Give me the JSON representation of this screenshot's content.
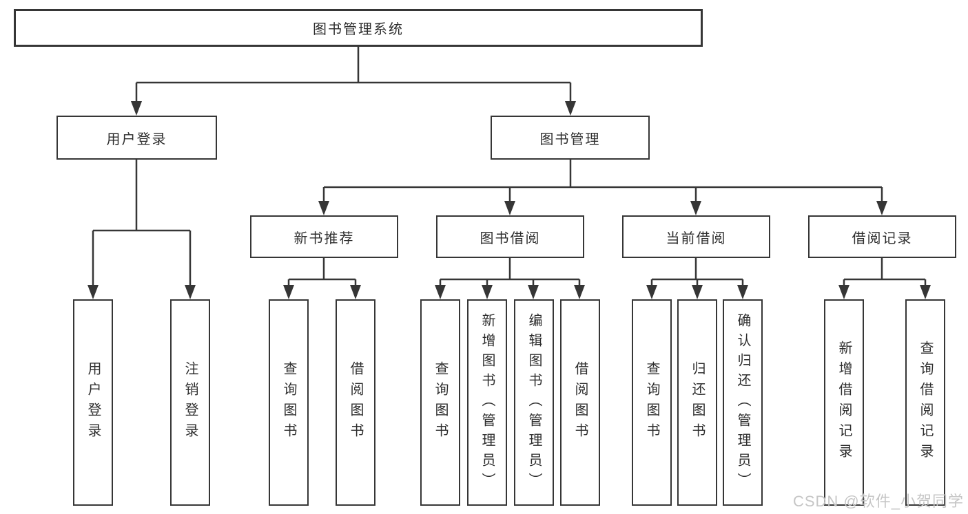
{
  "colors": {
    "line": "#363636",
    "box_border": "#363636",
    "text": "#2e2e2e",
    "watermark": "#c6c6c6",
    "background": "#ffffff"
  },
  "tree": {
    "root": "图书管理系统",
    "branches": {
      "user_login": "用户登录",
      "book_management": "图书管理"
    },
    "modules": {
      "new_book_recommend": "新书推荐",
      "book_borrow": "图书借阅",
      "current_borrow": "当前借阅",
      "borrow_record": "借阅记录"
    },
    "features": {
      "user_login": "用户登录",
      "logout": "注销登录",
      "recommend_query_books": "查询图书",
      "recommend_borrow_books": "借阅图书",
      "borrow_query_books": "查询图书",
      "borrow_add_books": "新增图书（管理员）",
      "borrow_edit_books": "编辑图书（管理员）",
      "borrow_borrow_books": "借阅图书",
      "current_query_books": "查询图书",
      "current_return_books": "归还图书",
      "current_confirm_return": "确认归还（管理员）",
      "record_add": "新增借阅记录",
      "record_query": "查询借阅记录"
    }
  },
  "watermark": "CSDN @软件_小贺同学"
}
